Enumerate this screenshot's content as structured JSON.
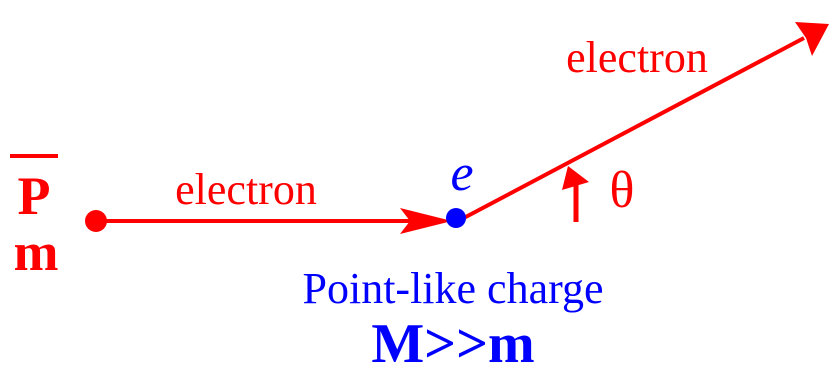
{
  "colors": {
    "electron": "#ff0000",
    "charge": "#0000ff",
    "background": "#ffffff"
  },
  "incoming": {
    "momentum_symbol": "P",
    "mass_symbol": "m",
    "label": "electron"
  },
  "outgoing": {
    "label": "electron"
  },
  "target": {
    "charge_symbol": "e",
    "description": "Point-like charge",
    "mass_relation": "M>>m"
  },
  "scattering": {
    "angle_symbol": "θ"
  }
}
